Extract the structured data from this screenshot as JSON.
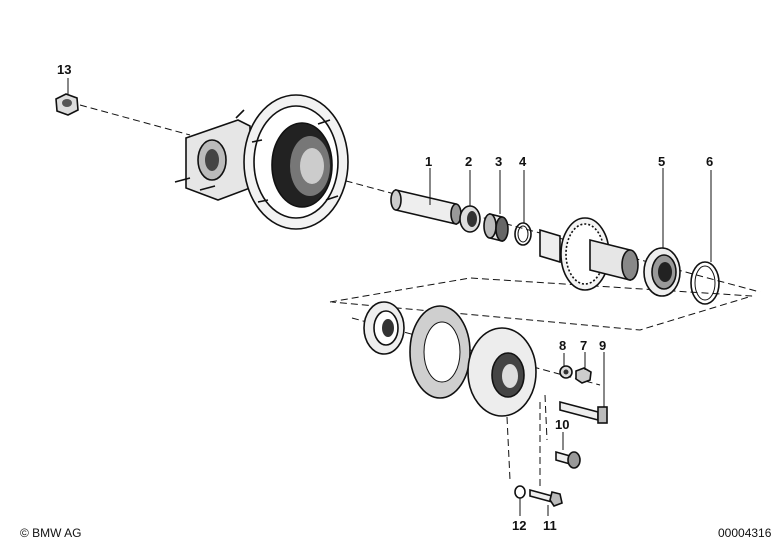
{
  "callouts": [
    "1",
    "2",
    "3",
    "4",
    "5",
    "6",
    "7",
    "8",
    "9",
    "10",
    "11",
    "12",
    "13"
  ],
  "footer": {
    "copyright": "© BMW AG",
    "diagram_number": "00004316"
  },
  "parts": [
    "final-drive-housing",
    "pinion-sleeve",
    "spacer-ring",
    "bearing-race",
    "shim",
    "ring-gear-with-hub",
    "ball-bearing",
    "circlip",
    "shaft-seal",
    "gasket",
    "bearing-cover",
    "washer",
    "nut",
    "bolt",
    "hex-bolt",
    "screw",
    "lock-nut"
  ]
}
